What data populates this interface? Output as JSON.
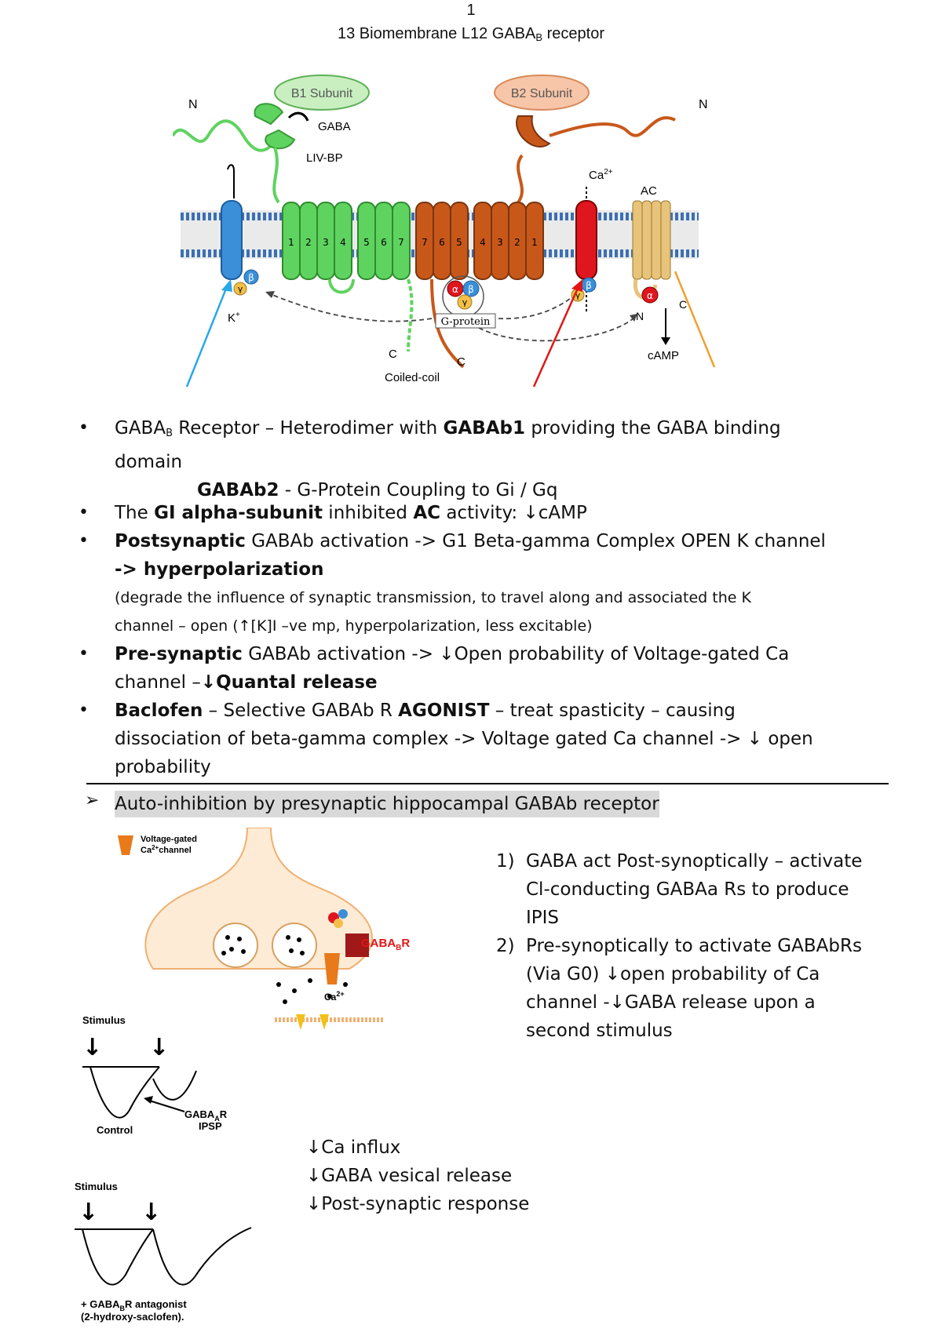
{
  "header": {
    "page_number": "1",
    "title_prefix": "13 Biomembrane L12 GABA",
    "title_sub": "B",
    "title_suffix": " receptor"
  },
  "figure1": {
    "b1_label": "B1 Subunit",
    "b2_label": "B2 Subunit",
    "n_left": "N",
    "n_right": "N",
    "gaba": "GABA",
    "livbp": "LIV-BP",
    "ca": "Ca",
    "ca_sup": "2+",
    "ac": "AC",
    "k": "K",
    "k_sup": "+",
    "gprotein": "G-protein",
    "c1": "C",
    "c2": "C",
    "c3": "C",
    "n_ac": "N",
    "coiled": "Coiled-coil",
    "camp": "cAMP",
    "tm_b1": [
      "1",
      "2",
      "3",
      "4",
      "5",
      "6",
      "7"
    ],
    "tm_b2": [
      "7",
      "6",
      "5",
      "4",
      "3",
      "2",
      "1"
    ],
    "alpha": "α",
    "beta": "β",
    "gamma": "γ"
  },
  "bullets": {
    "b1_l1_a": "GABA",
    "b1_l1_sub": "B",
    "b1_l1_b": " Receptor – Heterodimer with ",
    "b1_l1_bold": "GABAb1",
    "b1_l1_c": " providing the GABA binding",
    "b1_l2": "domain",
    "b1_l3_bold": "GABAb2",
    "b1_l3_rest": " - G-Protein Coupling to Gi / Gq",
    "b2_a": "The ",
    "b2_bold1": "GI alpha-subunit",
    "b2_b": " inhibited ",
    "b2_bold2": "AC",
    "b2_c": " activity: ↓cAMP",
    "b3_bold": "Postsynaptic",
    "b3_rest": " GABAb activation -> G1 Beta-gamma Complex OPEN K channel",
    "b3_l2_bold": "-> hyperpolarization",
    "b3_l3": "(degrade the influence of synaptic transmission, to travel along and associated the K",
    "b3_l4": "channel – open (↑[K]I –ve mp, hyperpolarization, less excitable)",
    "b4_bold": "Pre-synaptic",
    "b4_rest": " GABAb activation -> ↓Open probability of Voltage-gated Ca",
    "b4_l2_a": "channel –",
    "b4_l2_bold": "↓Quantal release",
    "b5_bold1": "Baclofen",
    "b5_a": " – Selective GABAb R ",
    "b5_bold2": "AGONIST",
    "b5_b": " – treat spasticity – causing",
    "b5_l2": "dissociation of beta-gamma complex -> Voltage gated Ca channel -> ↓ open",
    "b5_l3": "probability"
  },
  "section2": {
    "arrow": "➢",
    "heading": "Auto-inhibition by presynaptic hippocampal GABAb receptor"
  },
  "figure2": {
    "vgc_label1": "Voltage-gated",
    "vgc_label2_pre": "Ca",
    "vgc_label2_sup": "2+",
    "vgc_label2_post": "channel",
    "gabab_pre": "GABA",
    "gabab_sub": "B",
    "gabab_post": "R",
    "ca_pre": "Ca",
    "ca_sup": "2+",
    "stimulus1": "Stimulus",
    "gabaa_pre": "GABA",
    "gabaa_sub": "A",
    "gabaa_post": "R",
    "ipsp": "IPSP",
    "control": "Control",
    "stimulus2": "Stimulus",
    "antag_pre": "+ GABA",
    "antag_sub": "B",
    "antag_post": "R antagonist",
    "antag_l2": "(2-hydroxy-saclofen)."
  },
  "numbered": {
    "n1": "1)",
    "n1_l1": "GABA act Post-synoptically – activate",
    "n1_l2": "Cl-conducting GABAa Rs to produce",
    "n1_l3": "IPIS",
    "n2": "2)",
    "n2_l1": "Pre-synoptically to activate GABAbRs",
    "n2_l2": "(Via G0) ↓open probability of Ca",
    "n2_l3": "channel -↓GABA release upon a",
    "n2_l4": "second stimulus"
  },
  "effects": [
    "↓Ca influx",
    "↓GABA vesical release",
    "↓Post-synaptic response"
  ],
  "colors": {
    "b1_green": "#5fd35f",
    "b2_orange": "#c8581a",
    "k_blue": "#3a8fd8",
    "ca_red": "#e0161e",
    "ac_yellow": "#e8c37a"
  }
}
